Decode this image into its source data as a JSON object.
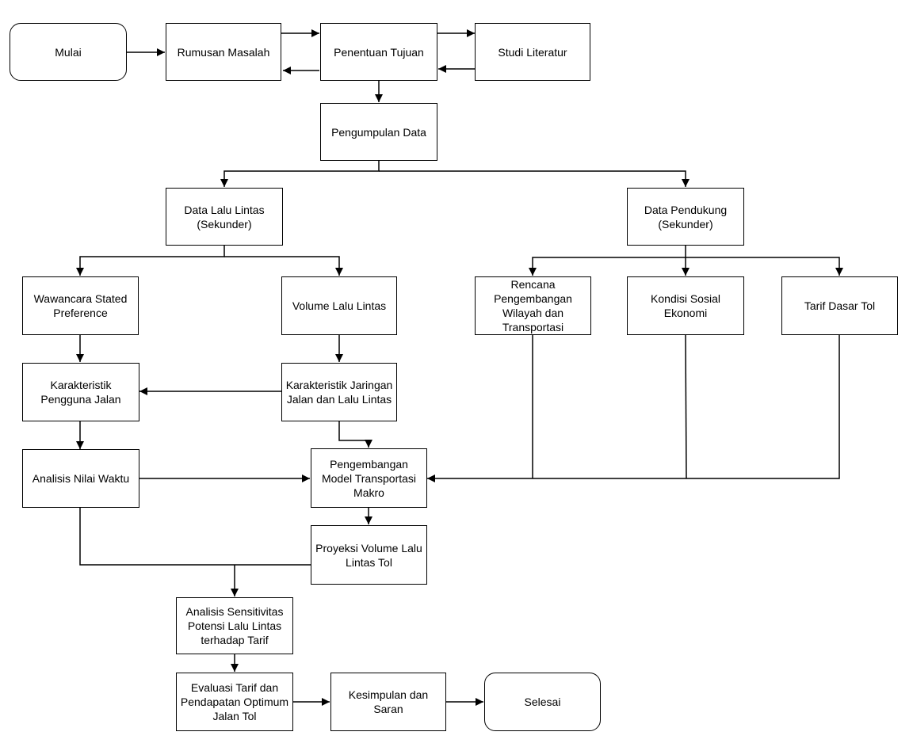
{
  "nodes": {
    "mulai": "Mulai",
    "rumusan_masalah": "Rumusan Masalah",
    "penentuan_tujuan": "Penentuan Tujuan",
    "studi_literatur": "Studi Literatur",
    "pengumpulan_data": "Pengumpulan Data",
    "data_lalu_lintas": [
      "Data Lalu Lintas",
      "(Sekunder)"
    ],
    "data_pendukung": [
      "Data Pendukung",
      "(Sekunder)"
    ],
    "wawancara": [
      "Wawancara Stated",
      "Preference"
    ],
    "volume_lalu_lintas": "Volume Lalu Lintas",
    "rencana_pengembangan": [
      "Rencana",
      "Pengembangan",
      "Wilayah dan",
      "Transportasi"
    ],
    "kondisi_sosial": [
      "Kondisi Sosial",
      "Ekonomi"
    ],
    "tarif_dasar": "Tarif Dasar Tol",
    "karakteristik_pengguna": [
      "Karakteristik",
      "Pengguna Jalan"
    ],
    "karakteristik_jaringan": [
      "Karakteristik Jaringan",
      "Jalan dan Lalu Lintas"
    ],
    "analisis_nilai_waktu": "Analisis Nilai Waktu",
    "pengembangan_model": [
      "Pengembangan",
      "Model Transportasi",
      "Makro"
    ],
    "proyeksi_volume": [
      "Proyeksi Volume Lalu",
      "Lintas Tol"
    ],
    "analisis_sensitivitas": [
      "Analisis Sensitivitas",
      "Potensi Lalu Lintas",
      "terhadap Tarif"
    ],
    "evaluasi_tarif": [
      "Evaluasi Tarif dan",
      "Pendapatan Optimum",
      "Jalan Tol"
    ],
    "kesimpulan": [
      "Kesimpulan dan",
      "Saran"
    ],
    "selesai": "Selesai"
  }
}
